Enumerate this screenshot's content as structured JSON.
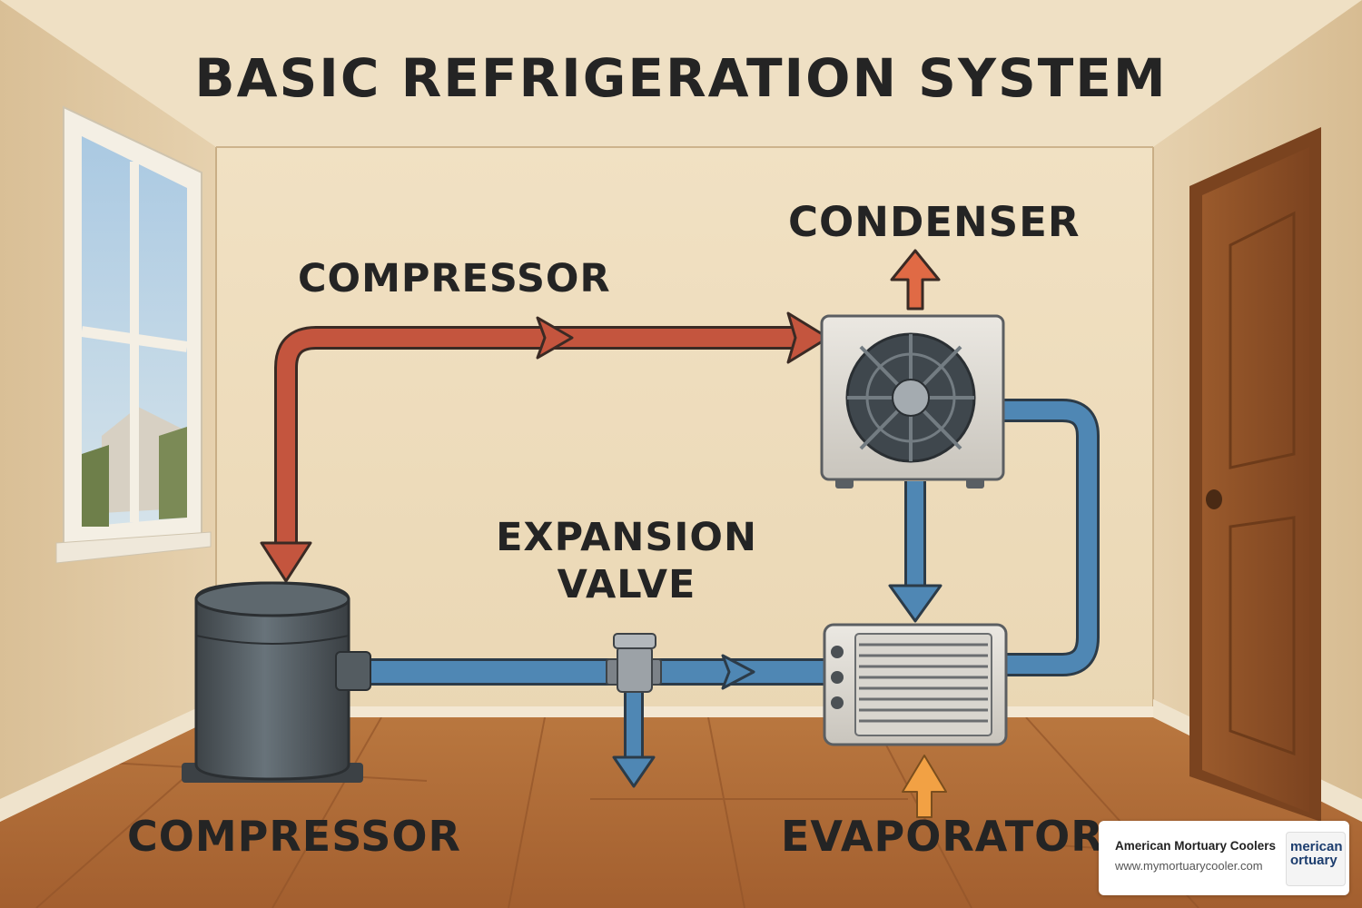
{
  "diagram": {
    "title": "BASIC REFRIGERATION SYSTEM",
    "labels": {
      "condenser": "CONDENSER",
      "compressor_top": "COMPRESSOR",
      "expansion_valve_line1": "EXPANSION",
      "expansion_valve_line2": "VALVE",
      "compressor_bottom": "COMPRESSOR",
      "evaporator": "EVAPORATOR"
    },
    "colors": {
      "hot_line": "#c4553e",
      "cold_line": "#4f87b4",
      "heat_out_arrow": "#e06a45",
      "heat_in_arrow": "#f2a144",
      "wall": "#ecdcbc",
      "floor": "#b06e3c",
      "door": "#8a4e25"
    }
  },
  "watermark": {
    "company": "American Mortuary Coolers",
    "url": "www.mymortuarycooler.com",
    "logo_text_line1": "merican",
    "logo_text_line2": "ortuary"
  }
}
